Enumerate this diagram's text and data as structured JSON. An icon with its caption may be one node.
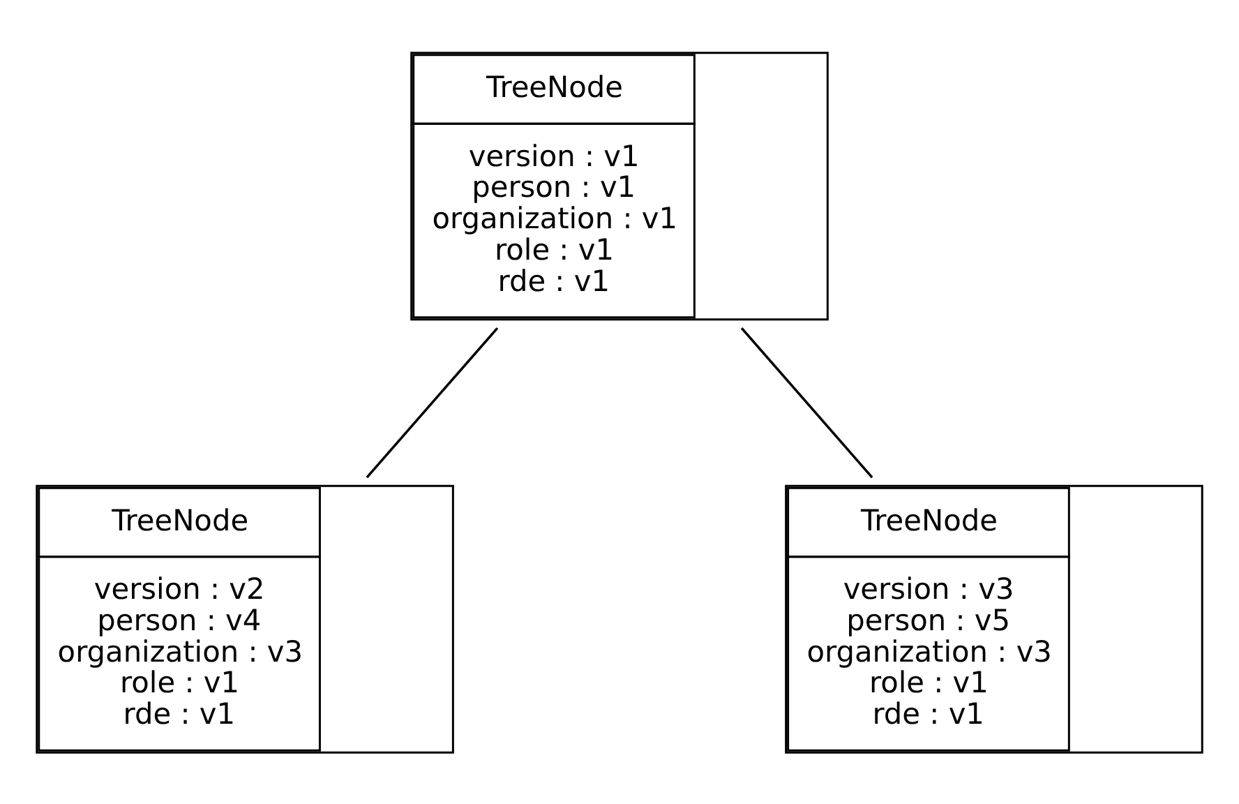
{
  "diagram": {
    "nodes": [
      {
        "text": [
          "TreeNode",
          "version : v1",
          "person : v1",
          "organization : v1",
          "role : v1",
          "rde : v1"
        ]
      },
      {
        "text": [
          "TreeNode",
          "version : v2",
          "person : v4",
          "organization : v3",
          "role : v1",
          "rde : v1"
        ]
      },
      {
        "text": [
          "TreeNode",
          "version : v3",
          "person : v5",
          "organization : v3",
          "role : v1",
          "rde : v1"
        ]
      }
    ],
    "edges": [
      {
        "from": 0,
        "to": 1,
        "arrow": "none"
      },
      {
        "from": 0,
        "to": 2,
        "arrow": "none"
      }
    ]
  }
}
